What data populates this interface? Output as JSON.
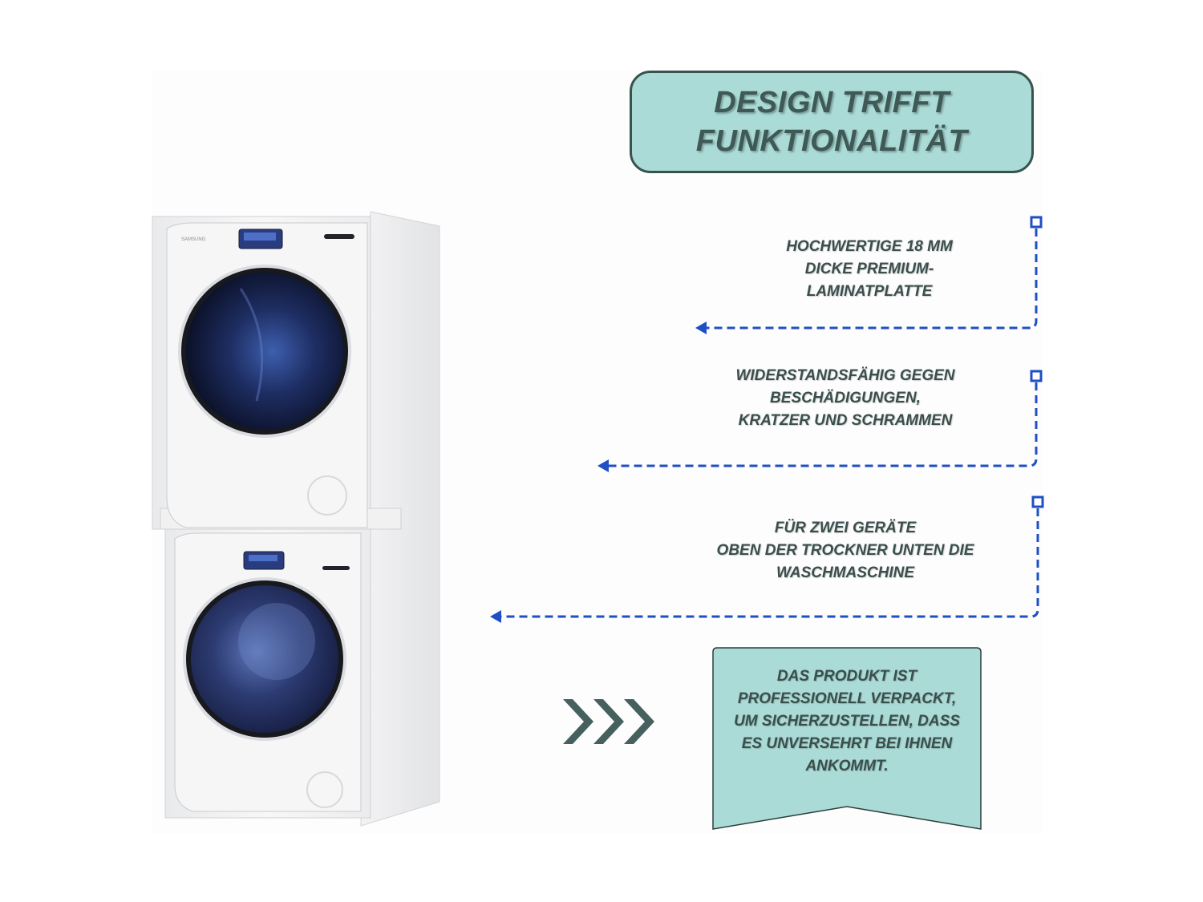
{
  "title": {
    "line1": "DESIGN TRIFFT",
    "line2": "FUNKTIONALITÄT"
  },
  "features": [
    {
      "lines": [
        "HOCHWERTIGE 18 MM",
        "DICKE PREMIUM-",
        "LAMINATPLATTE"
      ]
    },
    {
      "lines": [
        "WIDERSTANDSFÄHIG GEGEN",
        "BESCHÄDIGUNGEN,",
        "KRATZER UND SCHRAMMEN"
      ]
    },
    {
      "lines": [
        "FÜR ZWEI GERÄTE",
        "OBEN DER TROCKNER UNTEN DIE",
        "WASCHMASCHINE"
      ]
    }
  ],
  "badge": {
    "lines": [
      "DAS PRODUKT IST",
      "PROFESSIONELL VERPACKT,",
      "UM SICHERZUSTELLEN, DASS",
      "ES UNVERSEHRT BEI IHNEN",
      "ANKOMMT."
    ]
  },
  "product": {
    "brand_top": "SAMSUNG"
  },
  "colors": {
    "teal": "#abdbd7",
    "dark_teal": "#38524e",
    "arrow_blue": "#1f4fc4",
    "chevron": "#45605d"
  },
  "icons": {
    "chevrons": "triple-chevron-right-icon",
    "leader_arrow": "dashed-arrow-left-icon"
  }
}
